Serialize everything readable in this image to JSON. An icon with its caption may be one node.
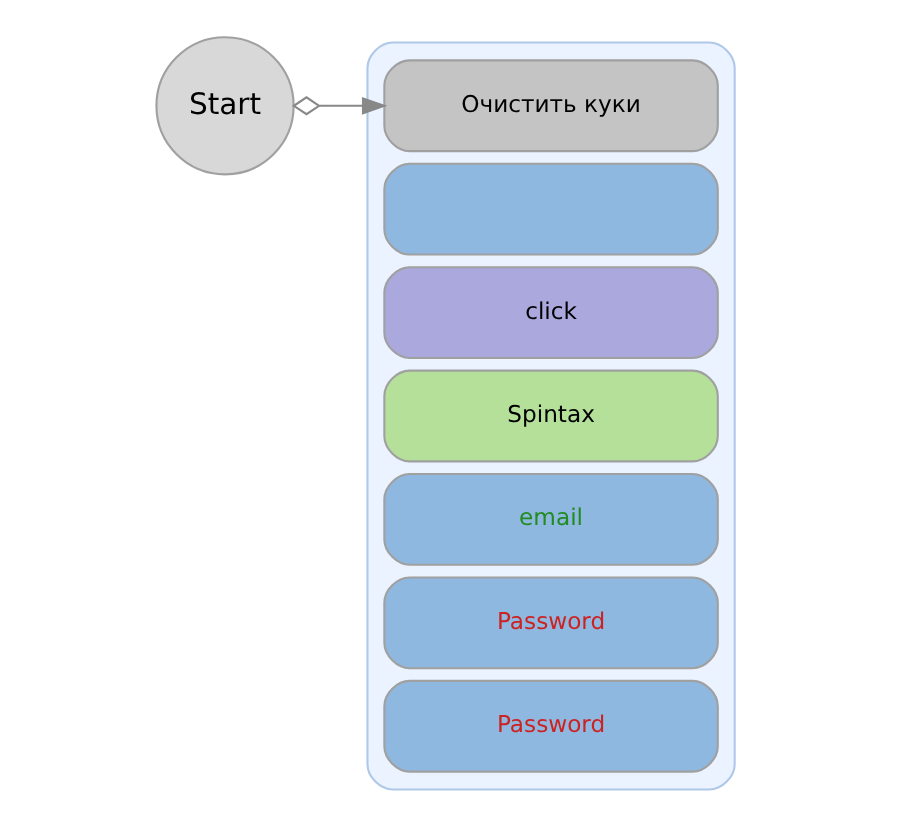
{
  "diagram": {
    "nodes": [
      {
        "text": [
          "Start"
        ]
      },
      {
        "text": [],
        "shape": "box"
      },
      {
        "text": [
          "Очистить куки"
        ],
        "in": 1
      },
      {
        "text": [],
        "shape": "box",
        "in": 1
      },
      {
        "text": [
          "click"
        ],
        "in": 1
      },
      {
        "text": [
          "Spintax"
        ],
        "in": 1
      },
      {
        "text": [
          "email"
        ],
        "in": 1
      },
      {
        "text": [
          "Password"
        ],
        "in": 1
      },
      {
        "text": [
          "Password"
        ],
        "in": 1
      }
    ],
    "edges": [
      {
        "from": 0,
        "to": 2,
        "arrow": "to"
      }
    ]
  }
}
